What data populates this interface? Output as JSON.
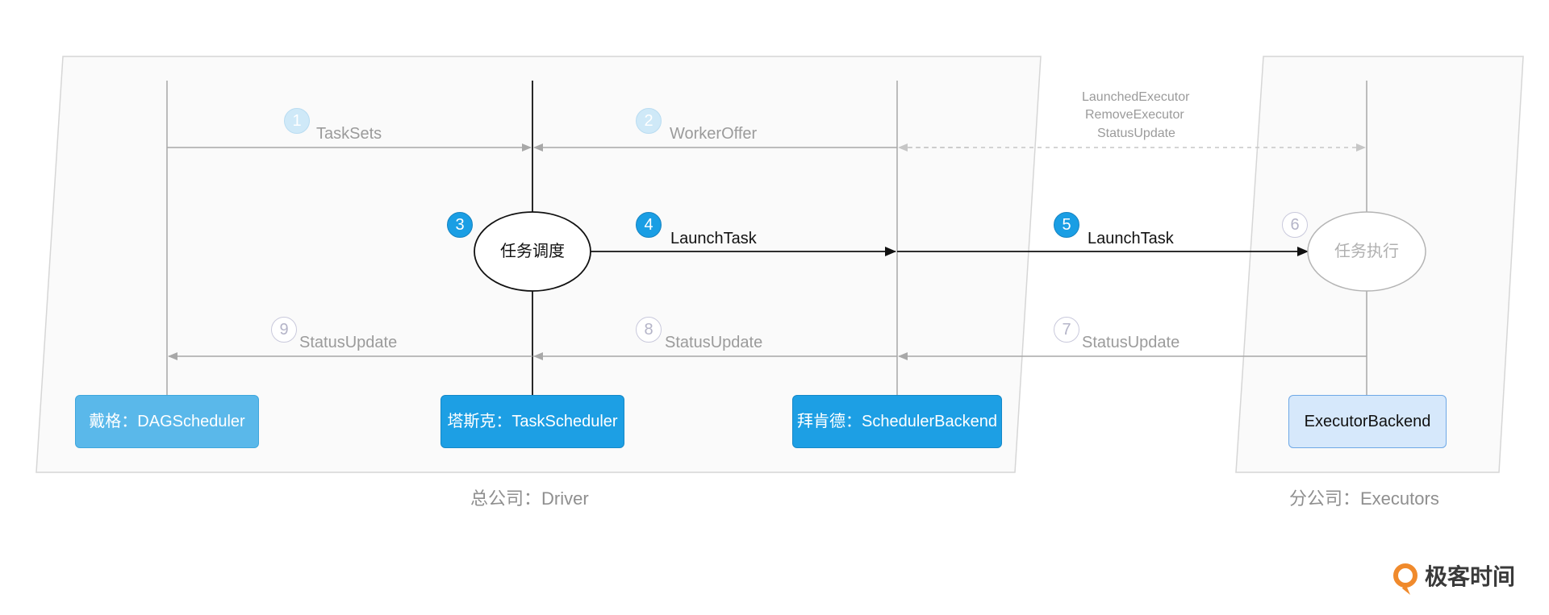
{
  "regions": {
    "driver_label": "总公司：Driver",
    "executors_label": "分公司：Executors"
  },
  "nodes": {
    "dag": "戴格：DAGScheduler",
    "task": "塔斯克：TaskScheduler",
    "backend": "拜肯德：SchedulerBackend",
    "executor": "ExecutorBackend"
  },
  "ovals": {
    "schedule": "任务调度",
    "execute": "任务执行"
  },
  "steps": {
    "s1": {
      "num": "1",
      "label": "TaskSets"
    },
    "s2": {
      "num": "2",
      "label": "WorkerOffer"
    },
    "s3": {
      "num": "3"
    },
    "s4": {
      "num": "4",
      "label": "LaunchTask"
    },
    "s5": {
      "num": "5",
      "label": "LaunchTask"
    },
    "s6": {
      "num": "6"
    },
    "s7": {
      "num": "7",
      "label": "StatusUpdate"
    },
    "s8": {
      "num": "8",
      "label": "StatusUpdate"
    },
    "s9": {
      "num": "9",
      "label": "StatusUpdate"
    }
  },
  "heartbeat_messages": [
    "LaunchedExecutor",
    "RemoveExecutor",
    "StatusUpdate"
  ],
  "logo": {
    "text": "极客时间",
    "icon": "geektime-logo-icon"
  },
  "colors": {
    "region_fill": "#fafafa",
    "region_stroke": "#d6d6d6",
    "active_line": "#111111",
    "inactive_line": "#a8a8a8",
    "badge_active": "#1a9ee4",
    "node_light": "#5ab8ea",
    "node_mid": "#1d9fe4",
    "node_pale": "#d6e8fb",
    "logo_orange": "#f08a2c"
  }
}
